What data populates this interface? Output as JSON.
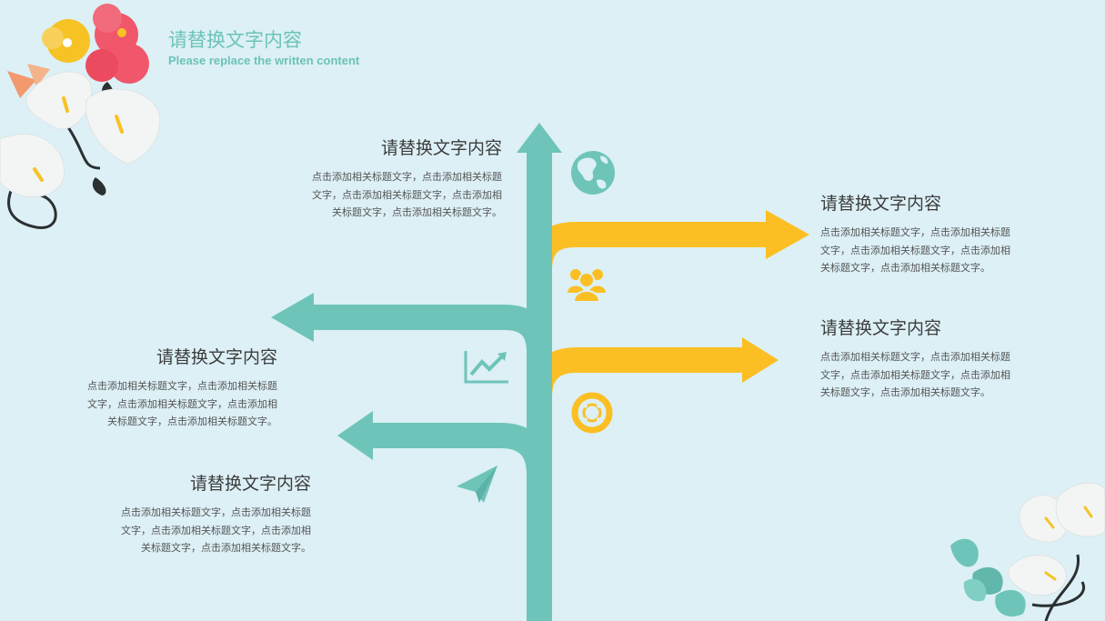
{
  "header": {
    "title_cn": "请替换文字内容",
    "title_en": "Please replace the written content"
  },
  "blocks": [
    {
      "heading": "请替换文字内容",
      "body": "点击添加相关标题文字，点击添加相关标题文字，点击添加相关标题文字，点击添加相关标题文字，点击添加相关标题文字。"
    },
    {
      "heading": "请替换文字内容",
      "body": "点击添加相关标题文字，点击添加相关标题文字，点击添加相关标题文字，点击添加相关标题文字，点击添加相关标题文字。"
    },
    {
      "heading": "请替换文字内容",
      "body": "点击添加相关标题文字，点击添加相关标题文字，点击添加相关标题文字，点击添加相关标题文字，点击添加相关标题文字。"
    },
    {
      "heading": "请替换文字内容",
      "body": "点击添加相关标题文字，点击添加相关标题文字，点击添加相关标题文字，点击添加相关标题文字，点击添加相关标题文字。"
    },
    {
      "heading": "请替换文字内容",
      "body": "点击添加相关标题文字，点击添加相关标题文字，点击添加相关标题文字，点击添加相关标题文字，点击添加相关标题文字。"
    }
  ],
  "icons": [
    "globe-icon",
    "people-icon",
    "chart-growth-icon",
    "lifebuoy-icon",
    "paper-plane-icon"
  ],
  "colors": {
    "background": "#dcf0f6",
    "teal": "#6ec4b9",
    "yellow": "#fbbf24",
    "title": "#6cc3b8",
    "text": "#3d3d3d",
    "flower_red": "#f0576a",
    "flower_yellow": "#f7c224"
  }
}
